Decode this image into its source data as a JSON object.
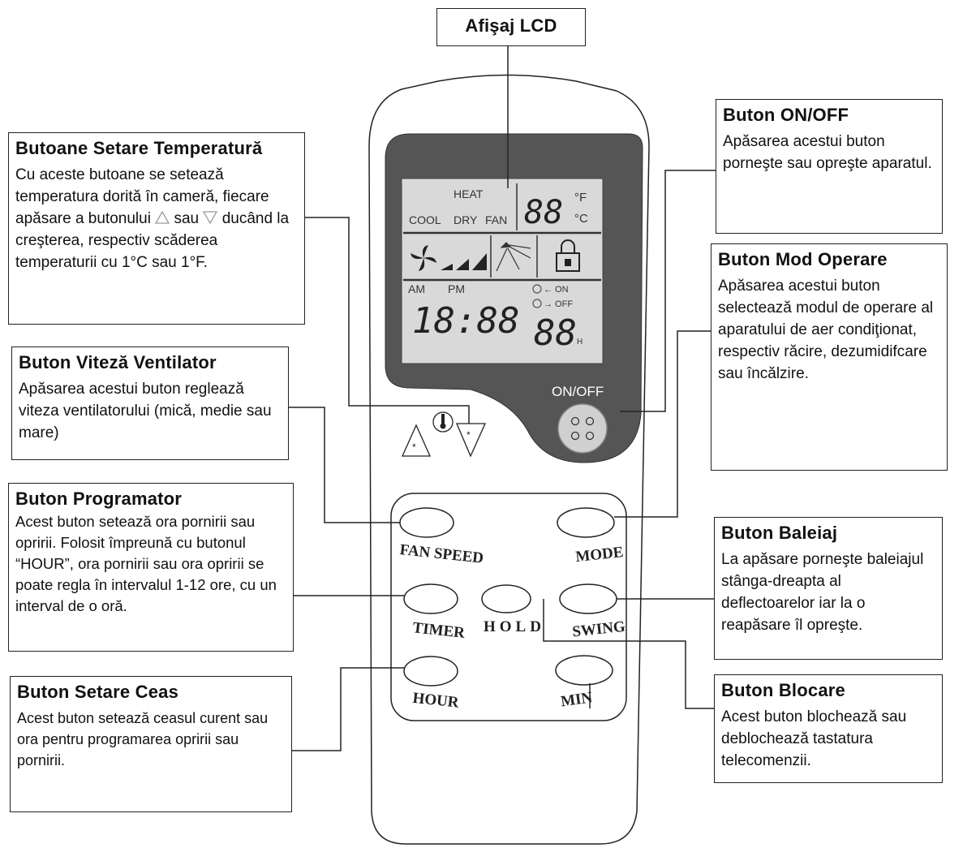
{
  "lcd_title": "Afişaj LCD",
  "lcd": {
    "heat": "HEAT",
    "cool": "COOL",
    "dry": "DRY",
    "fan": "FAN",
    "temp_digits": "88",
    "unit_f": "°F",
    "unit_c": "°C",
    "am": "AM",
    "pm": "PM",
    "clock": "18:88",
    "on_label": "← ON",
    "off_label": "→ OFF",
    "timer_digits": "88",
    "hour_suffix": "H"
  },
  "remote": {
    "onoff_label": "ON/OFF",
    "buttons": {
      "fan_speed": "FAN SPEED",
      "mode": "MODE",
      "timer": "TIMER",
      "hold": "HOLD",
      "swing": "SWING",
      "hour": "HOUR",
      "min": "MIN"
    }
  },
  "callouts": {
    "temp": {
      "title": "Butoane Setare Temperatură",
      "text_a": "Cu aceste butoane se setează temperatura dorită în cameră, fiecare apăsare a butonului",
      "text_b": "sau",
      "text_c": "ducând la creşterea, respectiv scăderea temperaturii cu 1°C sau 1°F."
    },
    "fan": {
      "title": "Buton Viteză Ventilator",
      "text": "Apăsarea acestui buton reglează viteza ventilatorului (mică, medie sau mare)"
    },
    "timer": {
      "title": "Buton Programator",
      "text": "Acest buton setează ora pornirii sau opririi. Folosit împreună cu butonul “HOUR”, ora pornirii sau ora opririi se poate regla în intervalul 1-12 ore, cu un interval de o oră."
    },
    "clock": {
      "title": "Buton Setare Ceas",
      "text": "Acest buton setează ceasul curent sau ora pentru programarea opririi sau pornirii."
    },
    "onoff": {
      "title": "Buton ON/OFF",
      "text": "Apăsarea acestui buton porneşte sau opreşte aparatul."
    },
    "mode": {
      "title": "Buton Mod Operare",
      "text": "Apăsarea acestui buton selectează modul de operare al aparatului de aer condiţionat, respectiv răcire, dezumidifcare sau încălzire."
    },
    "swing": {
      "title": "Buton Baleiaj",
      "text": "La apăsare porneşte baleiajul stânga-dreapta al deflectoarelor iar la o reapăsare îl opreşte."
    },
    "lock": {
      "title": "Buton Blocare",
      "text": "Acest buton blochează sau deblochează tastatura telecomenzii."
    }
  },
  "colors": {
    "lcd_body": "#555555",
    "lcd_screen": "#d8d8d8",
    "line": "#222222"
  }
}
